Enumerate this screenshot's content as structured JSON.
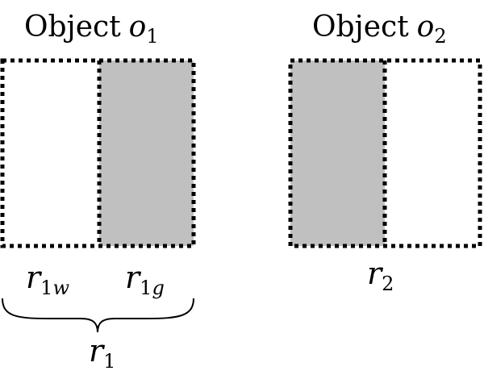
{
  "objects": [
    {
      "title_word": "Object",
      "title_symbol": "o",
      "title_subscript": "1",
      "left_half_fill": "#ffffff",
      "right_half_fill": "#c0c0c0",
      "labels": [
        {
          "symbol": "r",
          "subscript": "1",
          "subscript_italic": "w"
        },
        {
          "symbol": "r",
          "subscript": "1",
          "subscript_italic": "g"
        }
      ],
      "group_label": {
        "symbol": "r",
        "subscript": "1"
      }
    },
    {
      "title_word": "Object",
      "title_symbol": "o",
      "title_subscript": "2",
      "left_half_fill": "#c0c0c0",
      "right_half_fill": "#ffffff",
      "label": {
        "symbol": "r",
        "subscript": "2"
      }
    }
  ]
}
